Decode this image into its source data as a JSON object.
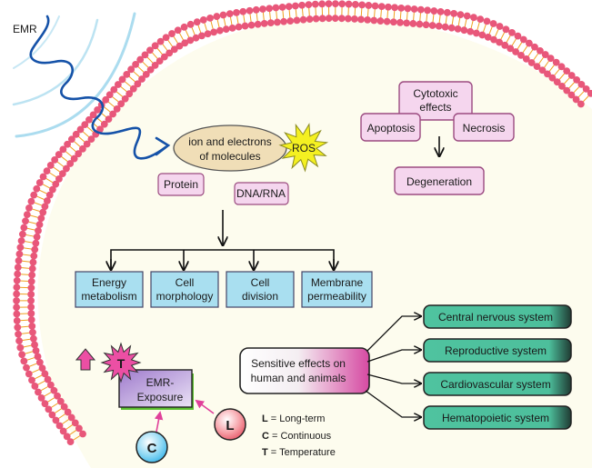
{
  "title": "EMR effects on cells diagram",
  "emr_label": "EMR",
  "ion_ellipse": {
    "lines": [
      "ion and electrons",
      "of molecules"
    ]
  },
  "ros_label": "ROS",
  "molecules": {
    "protein": "Protein",
    "dna_rna": "DNA/RNA"
  },
  "cytotoxic": {
    "header": [
      "Cytotoxic",
      "effects"
    ],
    "apoptosis": "Apoptosis",
    "necrosis": "Necrosis",
    "degeneration": "Degeneration"
  },
  "cell_effects": [
    {
      "lines": [
        "Energy",
        "metabolism"
      ]
    },
    {
      "lines": [
        "Cell",
        "morphology"
      ]
    },
    {
      "lines": [
        "Cell",
        "division"
      ]
    },
    {
      "lines": [
        "Membrane",
        "permeability"
      ]
    }
  ],
  "sensitive": {
    "lines": [
      "Sensitive effects on",
      "human and animals"
    ]
  },
  "systems": [
    "Central nervous system",
    "Reproductive system",
    "Cardiovascular system",
    "Hematopoietic system"
  ],
  "exposure": {
    "lines": [
      "EMR-",
      "Exposure"
    ],
    "t_badge": "T",
    "l_badge": "L",
    "c_badge": "C"
  },
  "legend": [
    {
      "key": "L",
      "text": " = Long-term"
    },
    {
      "key": "C",
      "text": " = Continuous"
    },
    {
      "key": "T",
      "text": " = Temperature"
    }
  ],
  "colors": {
    "cytoplasm": "#fdfcee",
    "membrane_head": "#e8577a",
    "membrane_tail": "#f0a020",
    "wave": "#1552a8",
    "wave_arcs": "#8fd0ea",
    "ellipse": "#f0deb7",
    "ros": "#f4f021",
    "pink_box": "#f5d6ee",
    "pink_border": "#9b4b80",
    "blue_box": "#a9dff0",
    "teal_box": "#4dbf9c",
    "magenta": "#ec4fa4",
    "purple_box": "#b79ad8",
    "green_shadow": "#5cc030",
    "c_badge": "#5ec8ef",
    "l_badge": "#f07b84"
  }
}
